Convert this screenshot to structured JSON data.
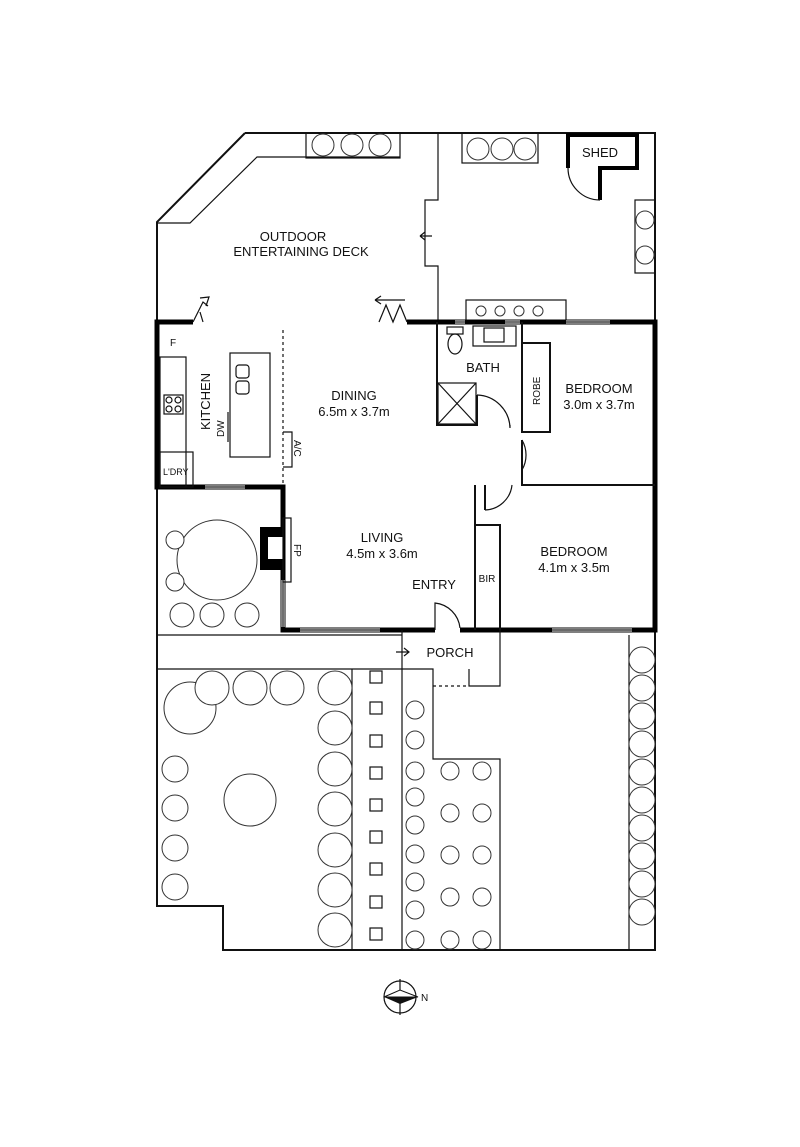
{
  "plan": {
    "rooms": {
      "deck": {
        "line1": "OUTDOOR",
        "line2": "ENTERTAINING DECK"
      },
      "shed": "SHED",
      "kitchen": "KITCHEN",
      "fridge": "F",
      "dishwasher": "DW",
      "laundry": "L'DRY",
      "dining": {
        "name": "DINING",
        "size": "6.5m x 3.7m"
      },
      "aircon": "A/C",
      "bath": "BATH",
      "robe": "ROBE",
      "bedroom1": {
        "name": "BEDROOM",
        "size": "3.0m x 3.7m"
      },
      "living": {
        "name": "LIVING",
        "size": "4.5m x 3.6m"
      },
      "fireplace": "FP",
      "entry": "ENTRY",
      "bir": "BIR",
      "bedroom2": {
        "name": "BEDROOM",
        "size": "4.1m x 3.5m"
      },
      "porch": "PORCH"
    },
    "compass": {
      "north_label": "N"
    }
  }
}
